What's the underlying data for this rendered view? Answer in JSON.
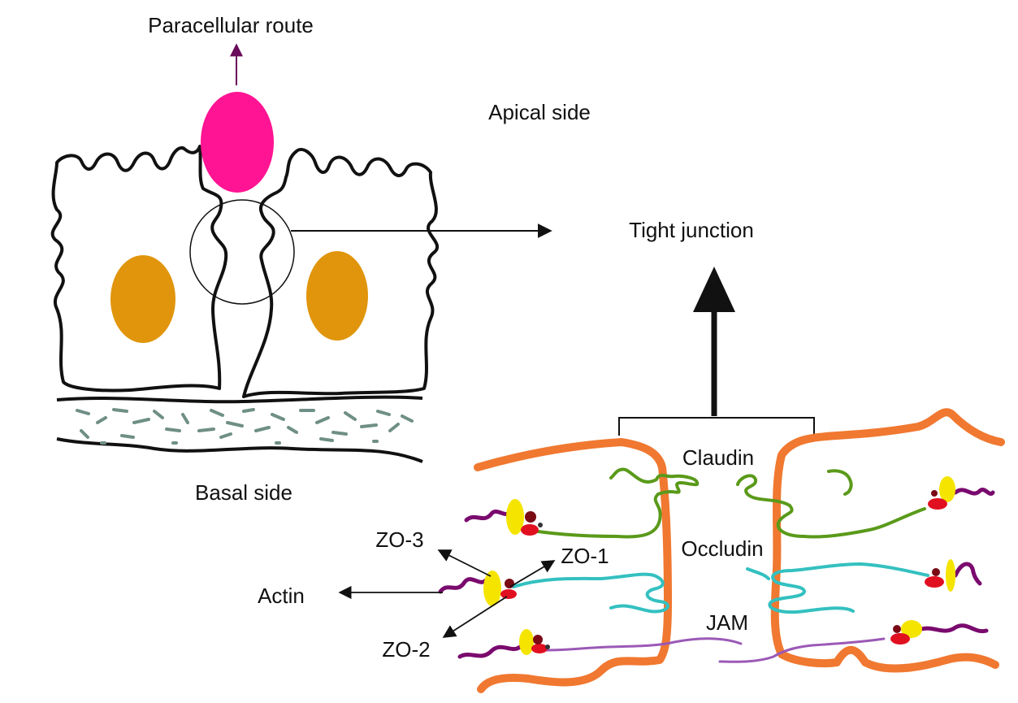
{
  "labels": {
    "paracellular_route": "Paracellular route",
    "apical_side": "Apical side",
    "tight_junction": "Tight junction",
    "basal_side": "Basal side",
    "claudin": "Claudin",
    "occludin": "Occludin",
    "jam": "JAM",
    "zo3": "ZO-3",
    "zo1": "ZO-1",
    "zo2": "ZO-2",
    "actin": "Actin"
  },
  "colors": {
    "outline": "#111111",
    "paracellular_molecule": "#ff1493",
    "nucleus": "#e0950c",
    "basement_membrane": "#6f8f86",
    "cell_membrane": "#f07830",
    "claudin": "#5a9a1a",
    "occludin": "#34c0c0",
    "jam": "#9b59b6",
    "actin": "#7a0a6e",
    "zo_yellow": "#f5e400",
    "zo_red": "#e01020",
    "zo_dark": "#7a0a14",
    "route_arrow": "#6a0a5a"
  }
}
